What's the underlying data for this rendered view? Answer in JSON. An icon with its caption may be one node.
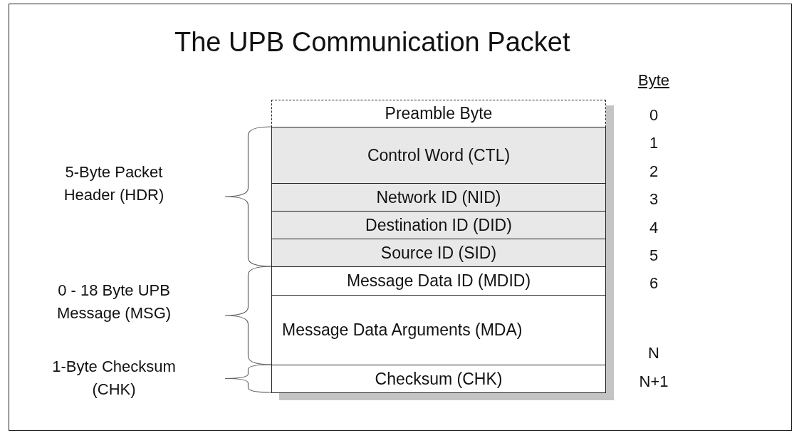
{
  "diagram": {
    "title": "The UPB Communication Packet",
    "nodes": [
      {
        "text": [
          "Preamble Byte"
        ]
      },
      {
        "text": [
          "Control Word (CTL)"
        ]
      },
      {
        "text": [
          "Network ID (NID)"
        ]
      },
      {
        "text": [
          "Destination ID (DID)"
        ]
      },
      {
        "text": [
          "Source ID (SID)"
        ]
      },
      {
        "text": [
          "Message Data ID (MDID)"
        ]
      },
      {
        "text": [
          "Message Data Arguments (MDA)"
        ]
      },
      {
        "text": [
          "Checksum (CHK)"
        ]
      }
    ],
    "edges": [],
    "labels": [
      "Byte",
      "0",
      "1",
      "2",
      "3",
      "4",
      "5",
      "6",
      "N",
      "N+1",
      "5-Byte Packet Header (HDR)",
      "0 - 18 Byte UPB Message (MSG)",
      "1-Byte Checksum (CHK)"
    ]
  }
}
